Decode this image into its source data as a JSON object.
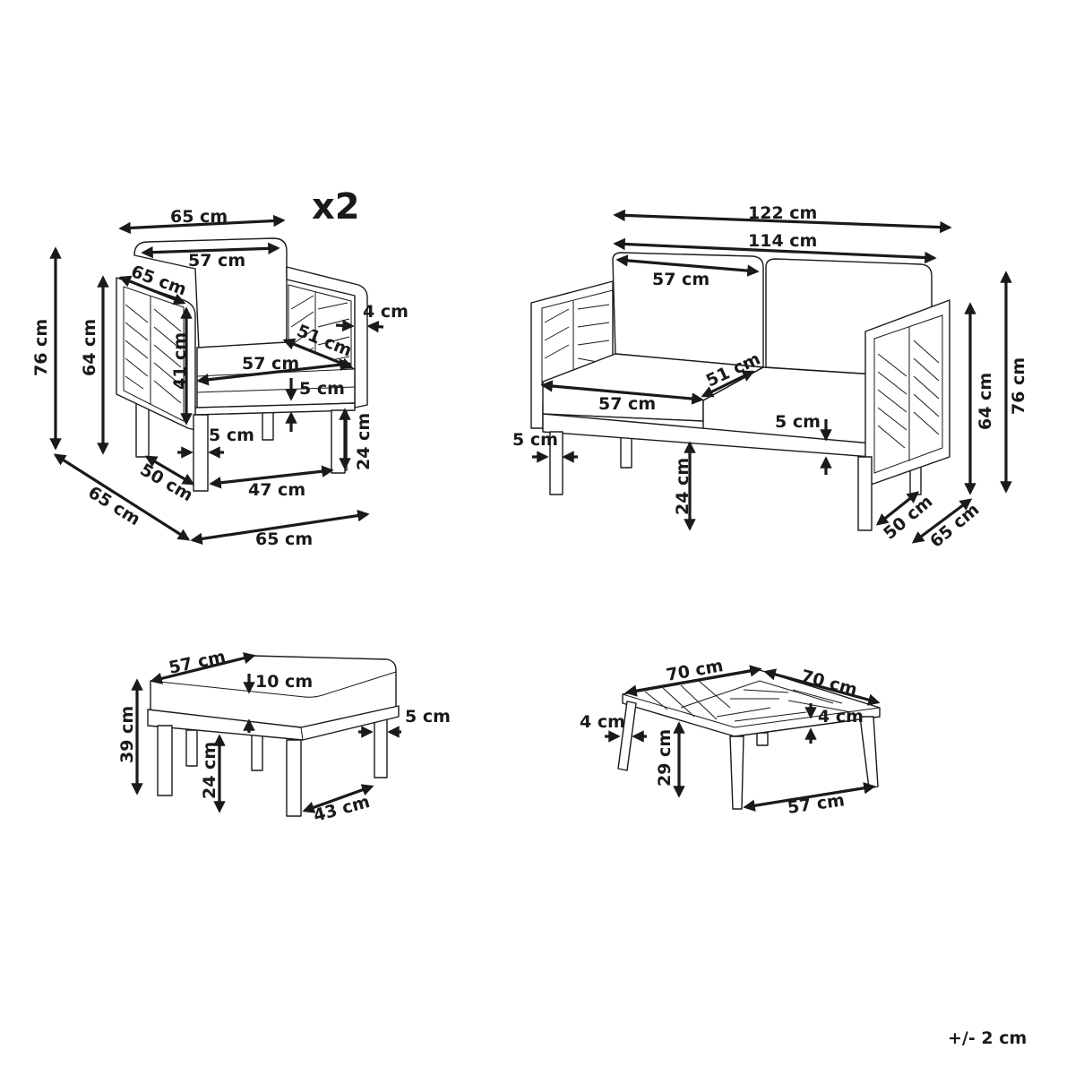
{
  "diagram": {
    "type": "furniture-dimension-drawing",
    "tolerance": "+/- 2 cm",
    "items": [
      {
        "name": "armchair",
        "quantity_label": "x2",
        "dimensions": {
          "top_width": "65 cm",
          "backrest_width": "57 cm",
          "armrest_depth": "65 cm",
          "armrest_width": "4 cm",
          "total_height": "76 cm",
          "armrest_height": "64 cm",
          "backrest_height": "41 cm",
          "seat_width": "57 cm",
          "seat_depth": "51 cm",
          "cushion_thickness": "5 cm",
          "leg_width": "5 cm",
          "leg_height": "24 cm",
          "leg_depth_span": "50 cm",
          "leg_width_span": "47 cm",
          "base_depth": "65 cm",
          "base_width": "65 cm"
        }
      },
      {
        "name": "sofa",
        "dimensions": {
          "total_width": "122 cm",
          "backrest_width": "114 cm",
          "back_cushion_width": "57 cm",
          "seat_cushion_width": "57 cm",
          "seat_depth": "51 cm",
          "cushion_thickness": "5 cm",
          "leg_width": "5 cm",
          "leg_height": "24 cm",
          "armrest_height": "64 cm",
          "total_height": "76 cm",
          "leg_depth_span": "50 cm",
          "total_depth": "65 cm"
        }
      },
      {
        "name": "footstool",
        "dimensions": {
          "cushion_width": "57 cm",
          "cushion_thickness": "10 cm",
          "total_height": "39 cm",
          "frame_thickness": "5 cm",
          "leg_height": "24 cm",
          "leg_span": "43 cm"
        }
      },
      {
        "name": "coffee-table",
        "dimensions": {
          "top_width": "70 cm",
          "top_depth": "70 cm",
          "leg_width": "4 cm",
          "top_thickness": "4 cm",
          "leg_height": "29 cm",
          "leg_span": "57 cm"
        }
      }
    ]
  },
  "chair": {
    "qty": "x2",
    "top_width": "65 cm",
    "back_width": "57 cm",
    "arm_depth": "65 cm",
    "arm_w": "4 cm",
    "h76": "76 cm",
    "h64": "64 cm",
    "h41": "41 cm",
    "seat_w": "57 cm",
    "seat_d": "51 cm",
    "cushion": "5 cm",
    "leg_w": "5 cm",
    "leg_h": "24 cm",
    "span50": "50 cm",
    "span47": "47 cm",
    "base_d": "65 cm",
    "base_w": "65 cm"
  },
  "sofa": {
    "w122": "122 cm",
    "w114": "114 cm",
    "back57": "57 cm",
    "seat57": "57 cm",
    "seat_d": "51 cm",
    "cushion": "5 cm",
    "leg_w": "5 cm",
    "leg_h": "24 cm",
    "h64": "64 cm",
    "h76": "76 cm",
    "span50": "50 cm",
    "depth65": "65 cm"
  },
  "stool": {
    "w57": "57 cm",
    "cushion10": "10 cm",
    "h39": "39 cm",
    "frame5": "5 cm",
    "leg_h": "24 cm",
    "span43": "43 cm"
  },
  "table": {
    "w70a": "70 cm",
    "w70b": "70 cm",
    "leg_w": "4 cm",
    "top4": "4 cm",
    "leg_h": "29 cm",
    "span57": "57 cm"
  },
  "footer": {
    "tolerance": "+/- 2 cm"
  }
}
